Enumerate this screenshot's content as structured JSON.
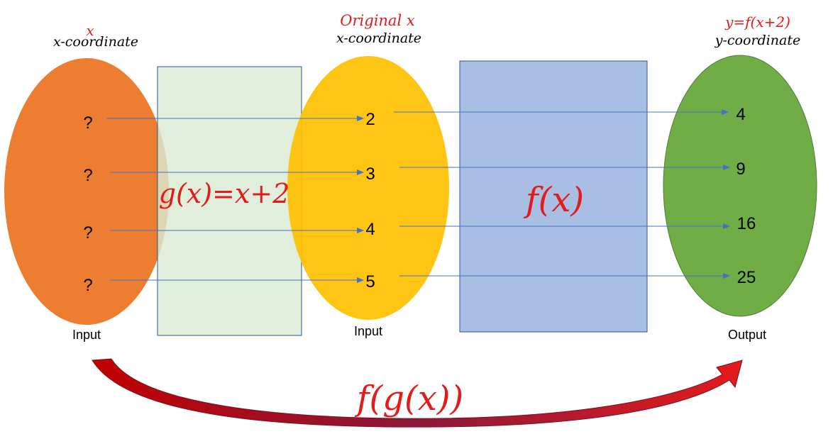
{
  "left_set": {
    "title": "x",
    "subtitle": "x-coordinate",
    "values": [
      "?",
      "?",
      "?",
      "?"
    ],
    "caption": "Input",
    "color": "#ED7D31"
  },
  "g_box": {
    "label": "g(x)=x+2",
    "color": "#D9EAD3"
  },
  "middle_set": {
    "title": "Original x",
    "subtitle": "x-coordinate",
    "values": [
      "2",
      "3",
      "4",
      "5"
    ],
    "caption": "Input",
    "color": "#FFC000"
  },
  "f_box": {
    "label": "f(x)",
    "color": "#A9BEE3"
  },
  "right_set": {
    "title": "y=f(x+2)",
    "subtitle": "y-coordinate",
    "values": [
      "4",
      "9",
      "16",
      "25"
    ],
    "caption": "Output",
    "color": "#70AD47"
  },
  "composite": {
    "label": "f(g(x))",
    "accent_color": "#E31B1B"
  },
  "colors": {
    "arrow": "#4472C4",
    "title_red": "#E31B1B"
  }
}
